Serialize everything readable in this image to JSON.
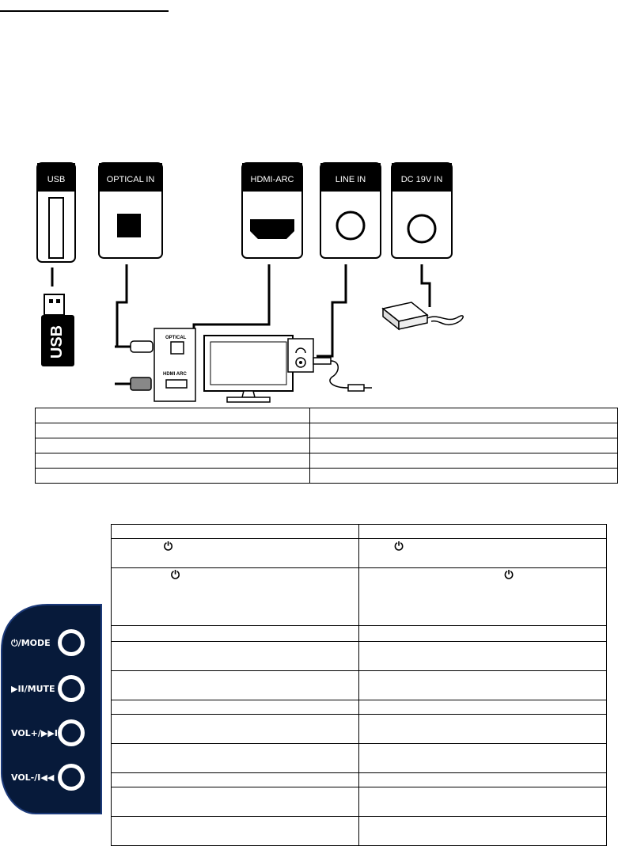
{
  "ports": {
    "usb": "USB",
    "optical_in": "OPTICAL IN",
    "hdmi_arc": "HDMI-ARC",
    "line_in": "LINE IN",
    "dc_in": "DC 19V IN"
  },
  "usb_stick_label": "USB",
  "tv_panel": {
    "optical": "OPTICAL",
    "hdmi_arc": "HDMI ARC"
  },
  "control_panel": {
    "buttons": [
      {
        "label": "⏻/MODE"
      },
      {
        "label": "▶II/MUTE"
      },
      {
        "label": "VOL+/▶▶I"
      },
      {
        "label": "VOL-/I◀◀"
      }
    ]
  },
  "icons": {
    "power": "power-icon"
  }
}
